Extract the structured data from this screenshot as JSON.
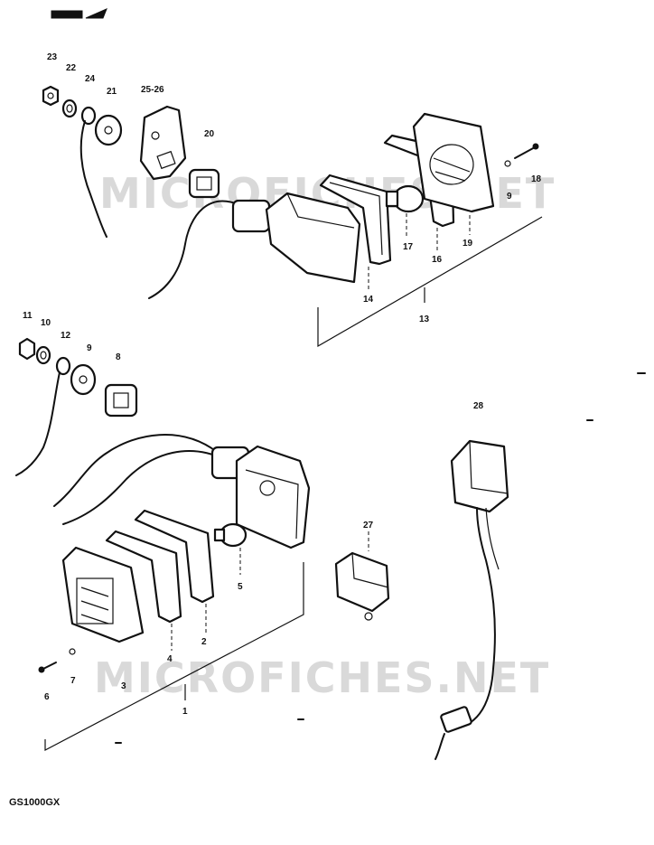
{
  "model_label": "GS1000GX",
  "watermarks": [
    "MICROFICHES.NET",
    "MICROFICHES.NET"
  ],
  "callouts": {
    "p23": "23",
    "p22": "22",
    "p24": "24",
    "p21": "21",
    "p25_26": "25-26",
    "p20": "20",
    "p18": "18",
    "p9a": "9",
    "p17": "17",
    "p16": "16",
    "p19": "19",
    "p14": "14",
    "p13": "13",
    "p11": "11",
    "p10": "10",
    "p12": "12",
    "p9b": "9",
    "p8": "8",
    "p28": "28",
    "p27": "27",
    "p5": "5",
    "p2": "2",
    "p4": "4",
    "p3": "3",
    "p7": "7",
    "p6": "6",
    "p1": "1"
  }
}
